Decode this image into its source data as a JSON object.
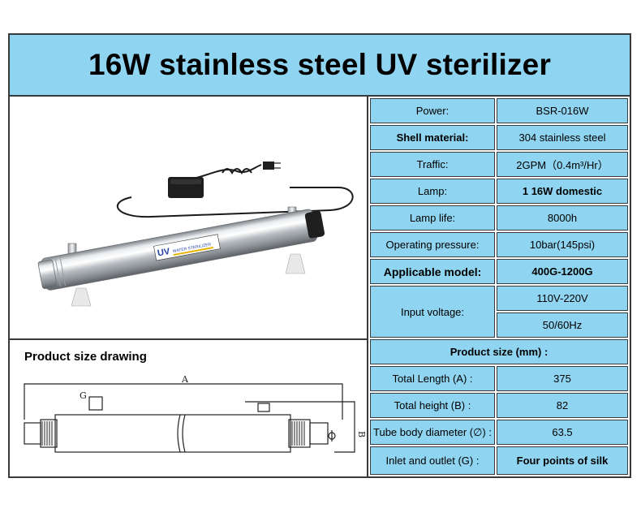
{
  "title": "16W stainless steel UV sterilizer",
  "drawing": {
    "heading": "Product size drawing",
    "labels": {
      "a": "A",
      "b": "B",
      "g": "G"
    }
  },
  "product_label": {
    "brand": "UV",
    "text": "WATER STERILIZER"
  },
  "specs": [
    {
      "label": "Power:",
      "value": "BSR-016W"
    },
    {
      "label": "Shell material:",
      "value": "304 stainless steel"
    },
    {
      "label": "Traffic:",
      "value": "2GPM（0.4m³/Hr）"
    },
    {
      "label": "Lamp:",
      "value": "1 16W domestic"
    },
    {
      "label": "Lamp life:",
      "value": "8000h"
    },
    {
      "label": "Operating pressure:",
      "value": "10bar(145psi)"
    },
    {
      "label": "Applicable model:",
      "value": "400G-1200G"
    }
  ],
  "input_voltage": {
    "label": "Input voltage:",
    "values": [
      "110V-220V",
      "50/60Hz"
    ]
  },
  "size_header": "Product size (mm) :",
  "sizes": [
    {
      "label": "Total Length (A) :",
      "value": "375"
    },
    {
      "label": "Total height (B) :",
      "value": "82"
    },
    {
      "label": "Tube body diameter (∅) :",
      "value": "63.5"
    },
    {
      "label": "Inlet and outlet (G) :",
      "value": "Four points of silk"
    }
  ]
}
